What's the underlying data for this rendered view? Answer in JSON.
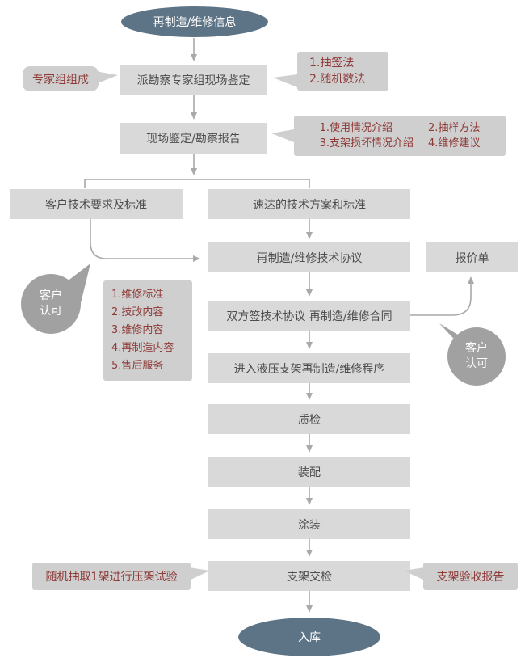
{
  "colors": {
    "terminal_fill": "#5d7487",
    "node_fill": "#d9d9d9",
    "callout_fill": "#cfcfcf",
    "badge_fill": "#a1a1a1",
    "node_text": "#4d4d4d",
    "callout_text": "#8e3a37",
    "arrow": "#a9a9a9"
  },
  "flow": {
    "start": "再制造/维修信息",
    "survey": "派勘察专家组现场鉴定",
    "report": "现场鉴定/勘察报告",
    "customer_req": "客户技术要求及标准",
    "company_plan": "速达的技术方案和标准",
    "agreement": "再制造/维修技术协议",
    "quote": "报价单",
    "contract": "双方签技术协议 再制造/维修合同",
    "process": "进入液压支架再制造/维修程序",
    "qc": "质检",
    "assembly": "装配",
    "painting": "涂装",
    "inspection": "支架交检",
    "end": "入库"
  },
  "callouts": {
    "expert_group": "专家组组成",
    "sampling": [
      "1.抽签法",
      "2.随机数法"
    ],
    "report_details": {
      "col1": [
        "1.使用情况介绍",
        "3.支架损坏情况介绍"
      ],
      "col2": [
        "2.抽样方法",
        "4.维修建议"
      ]
    },
    "agreement_items": [
      "1.维修标准",
      "2.技改内容",
      "3.维修内容",
      "4.再制造内容",
      "5.售后服务"
    ],
    "pressure_test": "随机抽取1架进行压架试验",
    "acceptance_report": "支架验收报告"
  },
  "badges": {
    "approve_left": "客户认可",
    "approve_right": "客户认可"
  }
}
